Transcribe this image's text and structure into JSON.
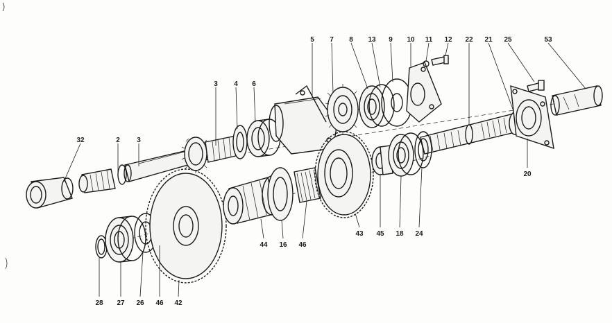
{
  "diagram": {
    "labels": [
      "32",
      "2",
      "3",
      "3",
      "4",
      "6",
      "5",
      "7",
      "8",
      "13",
      "9",
      "10",
      "11",
      "12",
      "22",
      "21",
      "25",
      "53",
      "20",
      "28",
      "27",
      "26",
      "46",
      "42",
      "44",
      "16",
      "46",
      "43",
      "45",
      "18",
      "24"
    ]
  }
}
